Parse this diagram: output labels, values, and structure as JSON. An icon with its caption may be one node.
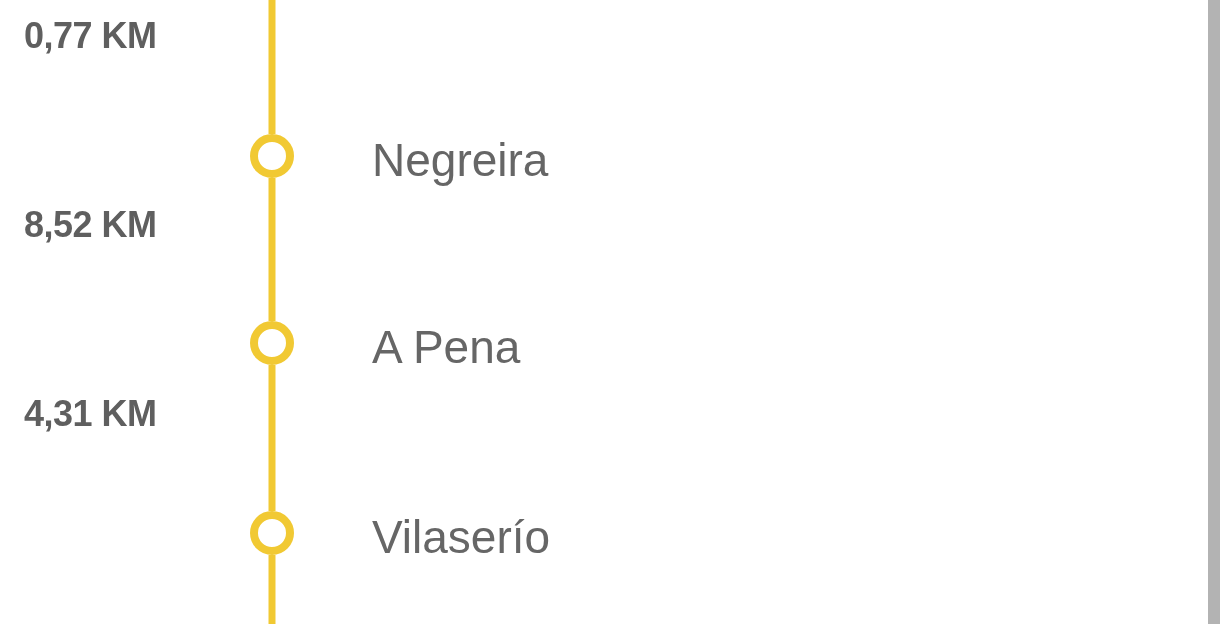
{
  "diagram": {
    "nodes": [
      {
        "text": [],
        "shape": "circle",
        "beside": [
          "Negreira"
        ]
      },
      {
        "text": [],
        "shape": "circle",
        "beside": [
          "A Pena"
        ]
      },
      {
        "text": [],
        "shape": "circle",
        "beside": [
          "Vilaserío"
        ]
      }
    ],
    "edges": [
      {
        "from": null,
        "to": 0,
        "arrow": "none",
        "label": "0,77 KM"
      },
      {
        "from": 0,
        "to": 1,
        "arrow": "none",
        "label": "8,52 KM"
      },
      {
        "from": 1,
        "to": 2,
        "arrow": "none",
        "label": "4,31 KM"
      },
      {
        "from": 2,
        "to": null,
        "arrow": "none"
      }
    ]
  }
}
